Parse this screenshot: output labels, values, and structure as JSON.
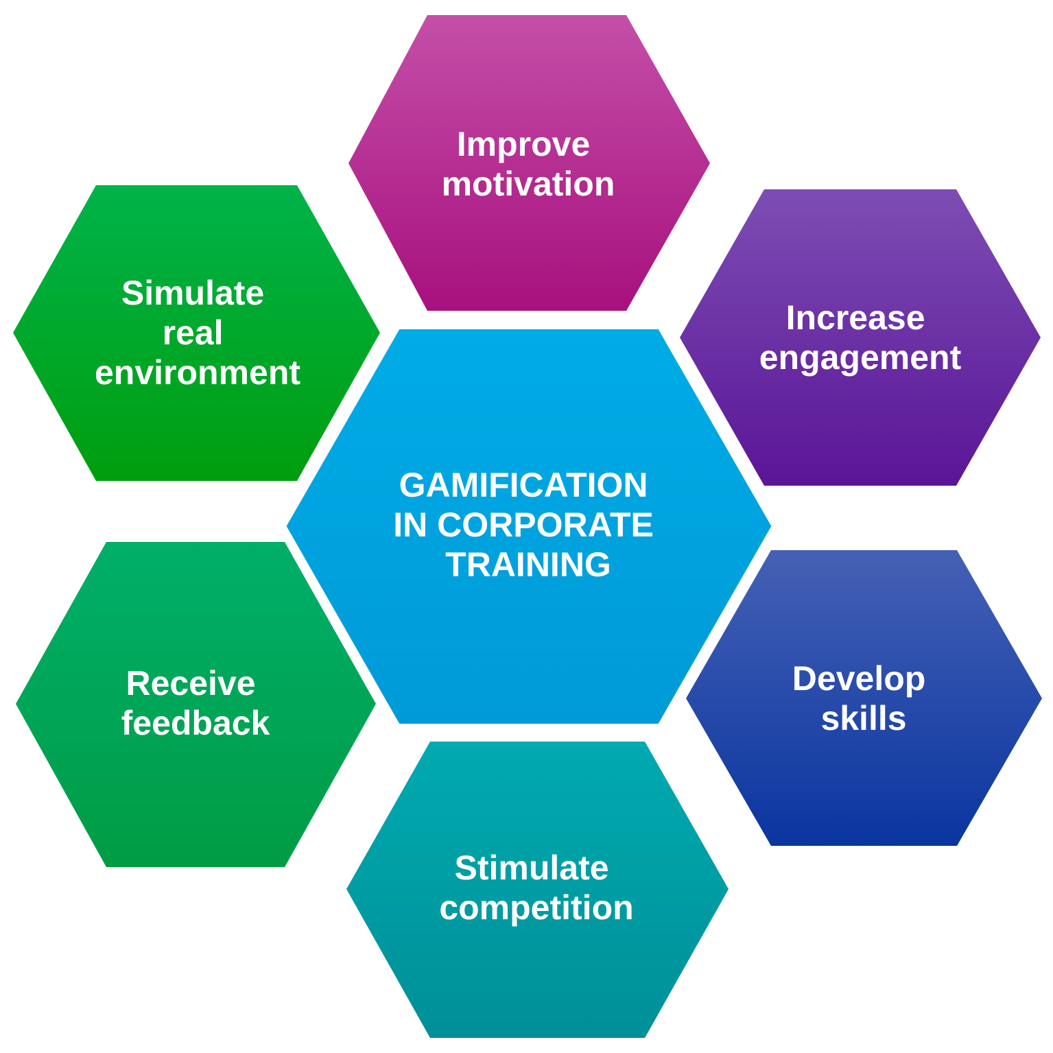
{
  "center": {
    "lines": [
      "GAMIFICATION",
      "IN CORPORATE",
      "TRAINING"
    ],
    "color_top": "#00ACE6",
    "color_bottom": "#009AD8"
  },
  "hexagons": [
    {
      "id": "improve-motivation",
      "lines": [
        "Improve",
        "motivation"
      ],
      "color_top": "#C44FA8",
      "color_bottom": "#A8107E"
    },
    {
      "id": "increase-engagement",
      "lines": [
        "Increase",
        "engagement"
      ],
      "color_top": "#7D4DB3",
      "color_bottom": "#5A1597"
    },
    {
      "id": "develop-skills",
      "lines": [
        "Develop",
        "skills"
      ],
      "color_top": "#4561B5",
      "color_bottom": "#0A35A0"
    },
    {
      "id": "stimulate-competition",
      "lines": [
        "Stimulate",
        "competition"
      ],
      "color_top": "#00AAB0",
      "color_bottom": "#008F98"
    },
    {
      "id": "receive-feedback",
      "lines": [
        "Receive",
        "feedback"
      ],
      "color_top": "#00AF6A",
      "color_bottom": "#009C44"
    },
    {
      "id": "simulate-real-environment",
      "lines": [
        "Simulate",
        "real",
        "environment"
      ],
      "color_top": "#00B34A",
      "color_bottom": "#009E0E"
    }
  ]
}
